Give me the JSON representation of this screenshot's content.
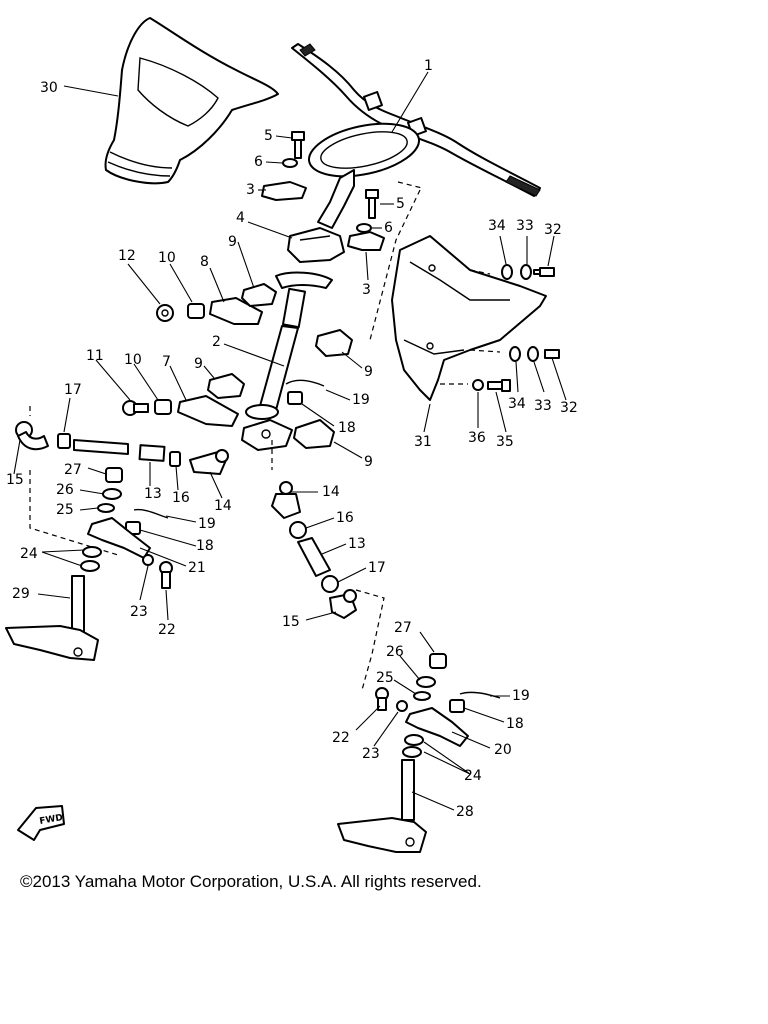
{
  "diagram": {
    "callouts": [
      {
        "id": "c1",
        "text": "1"
      },
      {
        "id": "c5a",
        "text": "5"
      },
      {
        "id": "c6a",
        "text": "6"
      },
      {
        "id": "c3a",
        "text": "3"
      },
      {
        "id": "c5b",
        "text": "5"
      },
      {
        "id": "c6b",
        "text": "6"
      },
      {
        "id": "c3b",
        "text": "3"
      },
      {
        "id": "c4",
        "text": "4"
      },
      {
        "id": "c30",
        "text": "30"
      },
      {
        "id": "c34a",
        "text": "34"
      },
      {
        "id": "c33a",
        "text": "33"
      },
      {
        "id": "c32a",
        "text": "32"
      },
      {
        "id": "c12",
        "text": "12"
      },
      {
        "id": "c10a",
        "text": "10"
      },
      {
        "id": "c8",
        "text": "8"
      },
      {
        "id": "c9a",
        "text": "9"
      },
      {
        "id": "c2",
        "text": "2"
      },
      {
        "id": "c9b",
        "text": "9"
      },
      {
        "id": "c11",
        "text": "11"
      },
      {
        "id": "c10b",
        "text": "10"
      },
      {
        "id": "c7",
        "text": "7"
      },
      {
        "id": "c9c",
        "text": "9"
      },
      {
        "id": "c19a",
        "text": "19"
      },
      {
        "id": "c18a",
        "text": "18"
      },
      {
        "id": "c9d",
        "text": "9"
      },
      {
        "id": "c17a",
        "text": "17"
      },
      {
        "id": "c15a",
        "text": "15"
      },
      {
        "id": "c27a",
        "text": "27"
      },
      {
        "id": "c13a",
        "text": "13"
      },
      {
        "id": "c16a",
        "text": "16"
      },
      {
        "id": "c14a",
        "text": "14"
      },
      {
        "id": "c26a",
        "text": "26"
      },
      {
        "id": "c25a",
        "text": "25"
      },
      {
        "id": "c19b",
        "text": "19"
      },
      {
        "id": "c18b",
        "text": "18"
      },
      {
        "id": "c24a",
        "text": "24"
      },
      {
        "id": "c21",
        "text": "21"
      },
      {
        "id": "c29",
        "text": "29"
      },
      {
        "id": "c23a",
        "text": "23"
      },
      {
        "id": "c22a",
        "text": "22"
      },
      {
        "id": "c14b",
        "text": "14"
      },
      {
        "id": "c16b",
        "text": "16"
      },
      {
        "id": "c13b",
        "text": "13"
      },
      {
        "id": "c17b",
        "text": "17"
      },
      {
        "id": "c15b",
        "text": "15"
      },
      {
        "id": "c34b",
        "text": "34"
      },
      {
        "id": "c33b",
        "text": "33"
      },
      {
        "id": "c32b",
        "text": "32"
      },
      {
        "id": "c31",
        "text": "31"
      },
      {
        "id": "c36",
        "text": "36"
      },
      {
        "id": "c35",
        "text": "35"
      },
      {
        "id": "c27b",
        "text": "27"
      },
      {
        "id": "c26b",
        "text": "26"
      },
      {
        "id": "c25b",
        "text": "25"
      },
      {
        "id": "c19c",
        "text": "19"
      },
      {
        "id": "c18c",
        "text": "18"
      },
      {
        "id": "c22b",
        "text": "22"
      },
      {
        "id": "c23b",
        "text": "23"
      },
      {
        "id": "c20",
        "text": "20"
      },
      {
        "id": "c24b",
        "text": "24"
      },
      {
        "id": "c28",
        "text": "28"
      }
    ],
    "fwd_marker": "FWD"
  },
  "copyright": "©2013 Yamaha Motor Corporation, U.S.A. All rights reserved."
}
